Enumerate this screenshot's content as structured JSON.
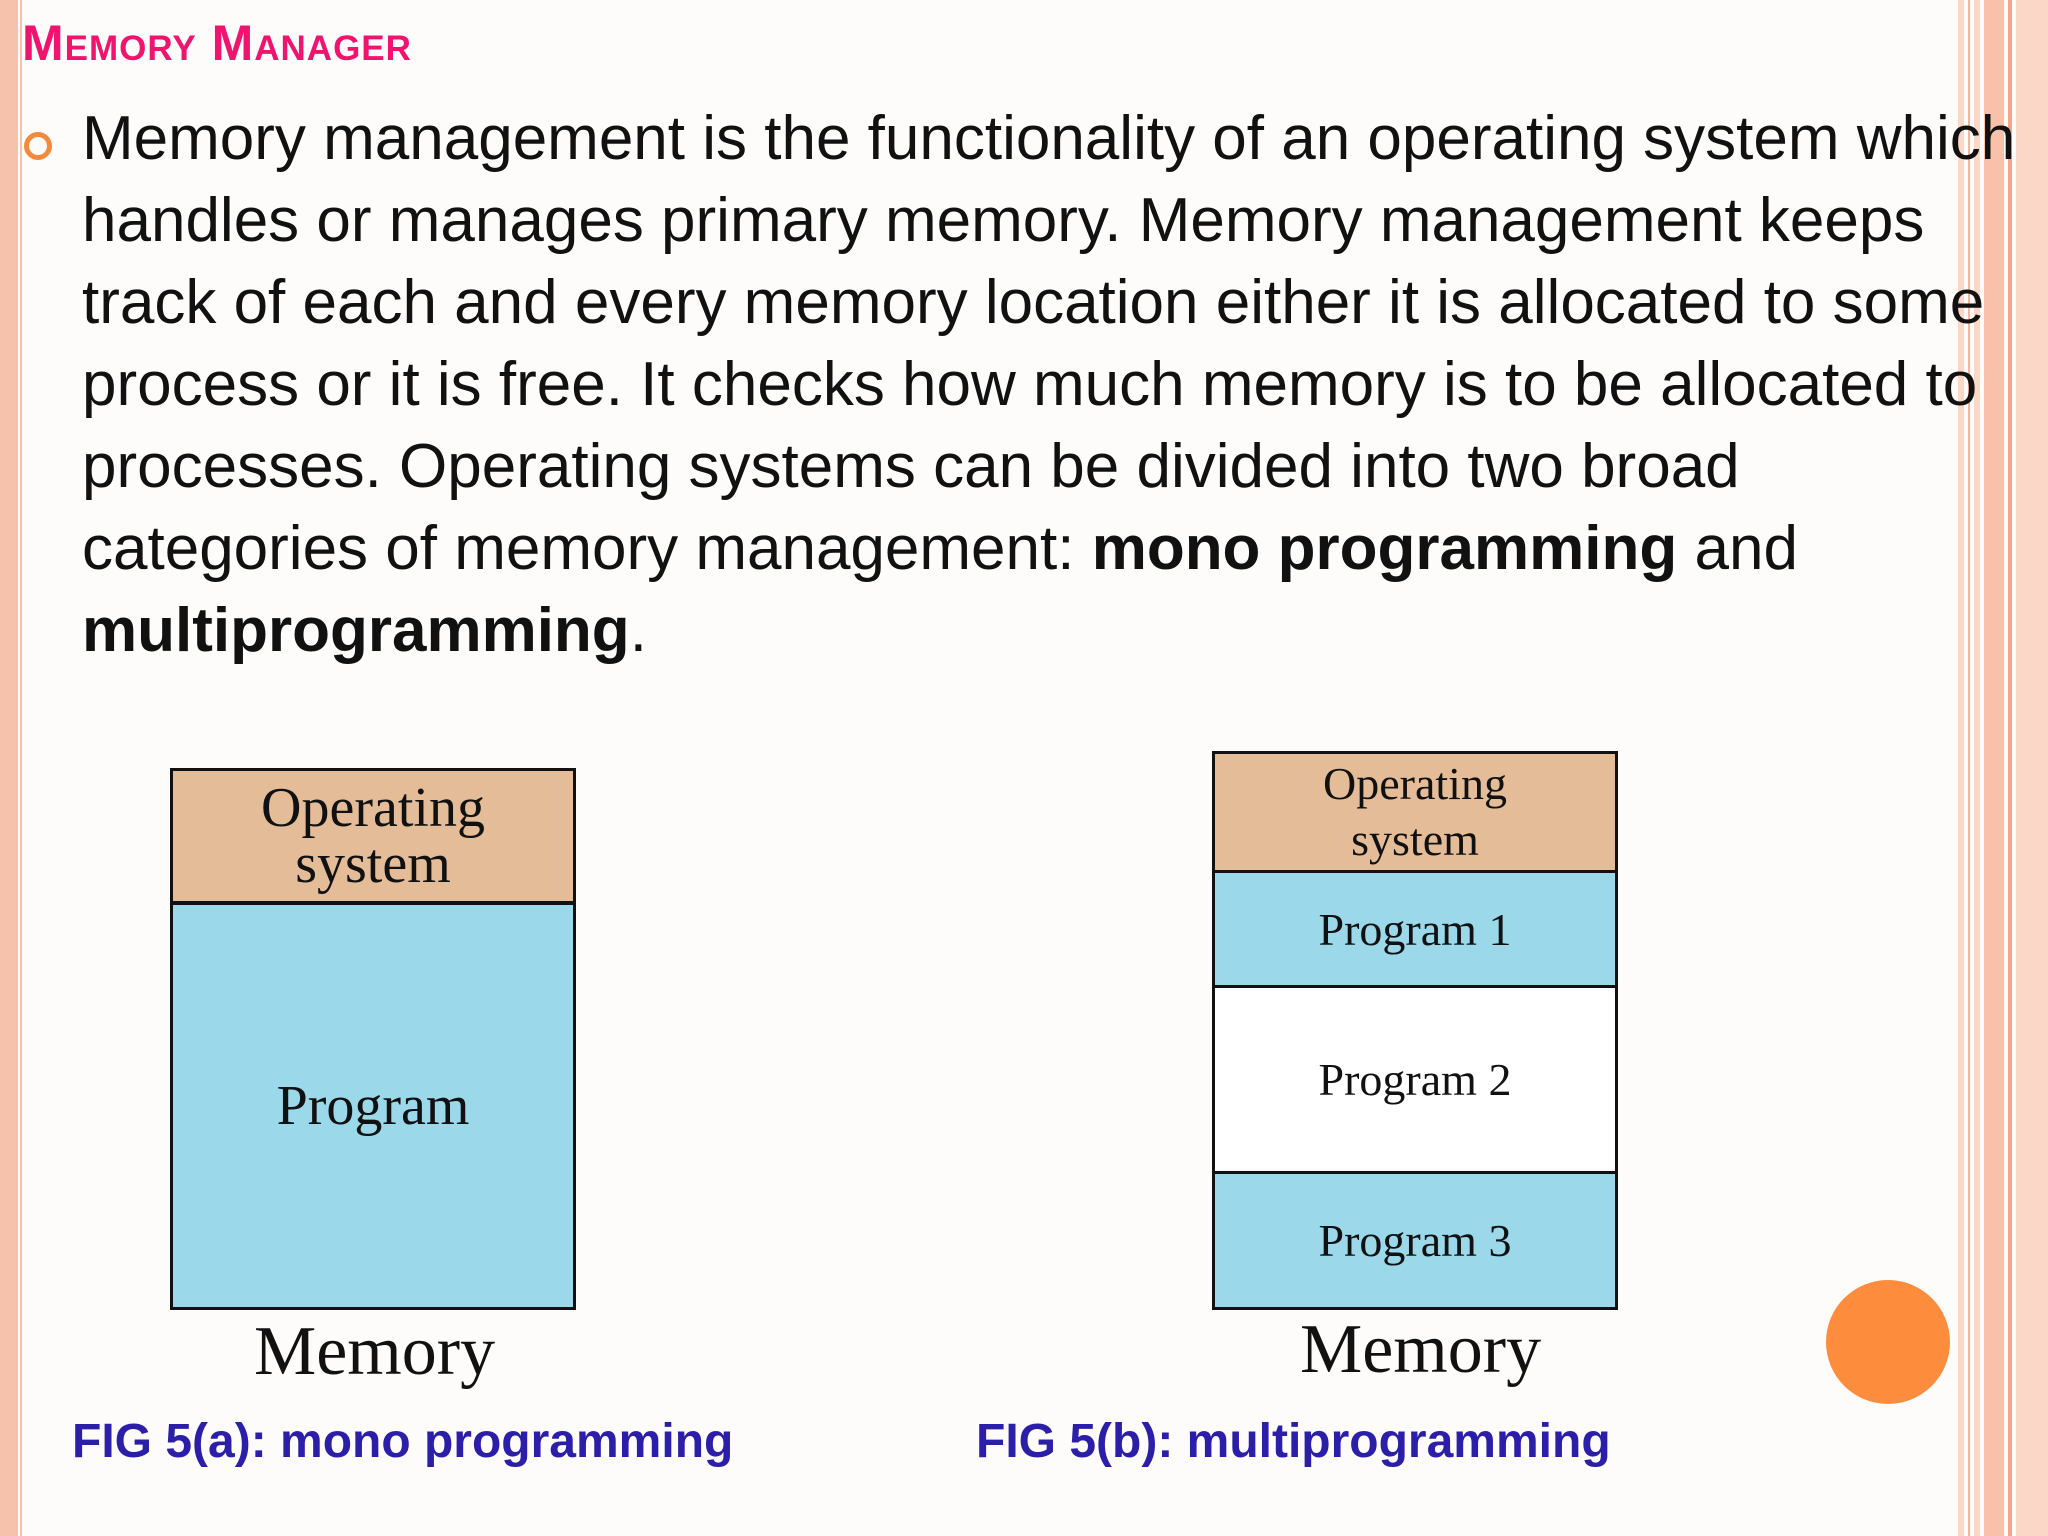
{
  "slide": {
    "title": "Memory Manager",
    "bullet": {
      "intro": "Memory management is the functionality of an operating system which handles or manages primary memory. Memory management keeps track of each and every memory location either it is allocated to some process or it is free. It checks how much memory is to be allocated to processes. Operating systems can be divided into two broad categories of memory management: ",
      "term1": "mono programming",
      "joiner": " and ",
      "term2": "multiprogramming",
      "end": "."
    }
  },
  "figure_a": {
    "os_label": "Operating system",
    "program_label": "Program",
    "memory_label": "Memory",
    "caption": "FIG 5(a): mono programming"
  },
  "figure_b": {
    "os_label": "Operating system",
    "program1_label": "Program 1",
    "program2_label": "Program 2",
    "program3_label": "Program 3",
    "memory_label": "Memory",
    "caption": "FIG 5(b): multiprogramming"
  },
  "colors": {
    "title": "#f0146e",
    "bullet": "#f58a3c",
    "os_block": "#e4bd98",
    "program_block": "#9ad8ea",
    "caption": "#2b1ea8",
    "accent_dot": "#fd8c3d"
  }
}
